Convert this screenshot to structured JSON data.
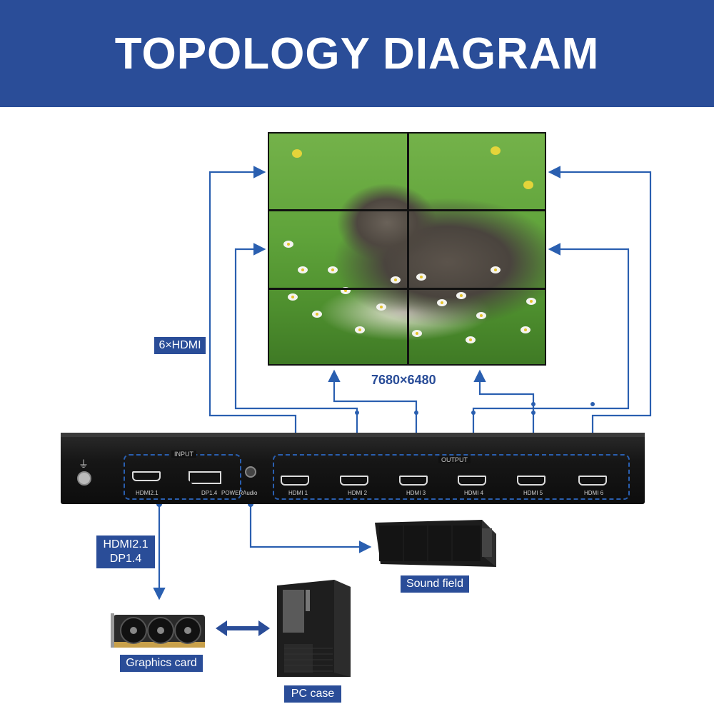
{
  "header": {
    "title": "TOPOLOGY DIAGRAM"
  },
  "labels": {
    "hdmi_count": "6×HDMI",
    "resolution": "7680×6480",
    "input_types_line1": "HDMI2.1",
    "input_types_line2": "DP1.4",
    "sound": "Sound field",
    "graphics_card": "Graphics card",
    "pc_case": "PC case"
  },
  "device": {
    "input_group": "INPUT",
    "output_group": "OUTPUT",
    "input_ports": [
      "HDMI2.1",
      "DP1.4",
      "POWER",
      "Audio"
    ],
    "output_ports": [
      "HDMI 1",
      "HDMI 2",
      "HDMI 3",
      "HDMI 4",
      "HDMI 5",
      "HDMI 6"
    ]
  },
  "colors": {
    "brand_blue": "#2a4d98",
    "line_blue": "#2a5fb0"
  },
  "icons": [
    "arrow-icon",
    "ground-icon"
  ]
}
